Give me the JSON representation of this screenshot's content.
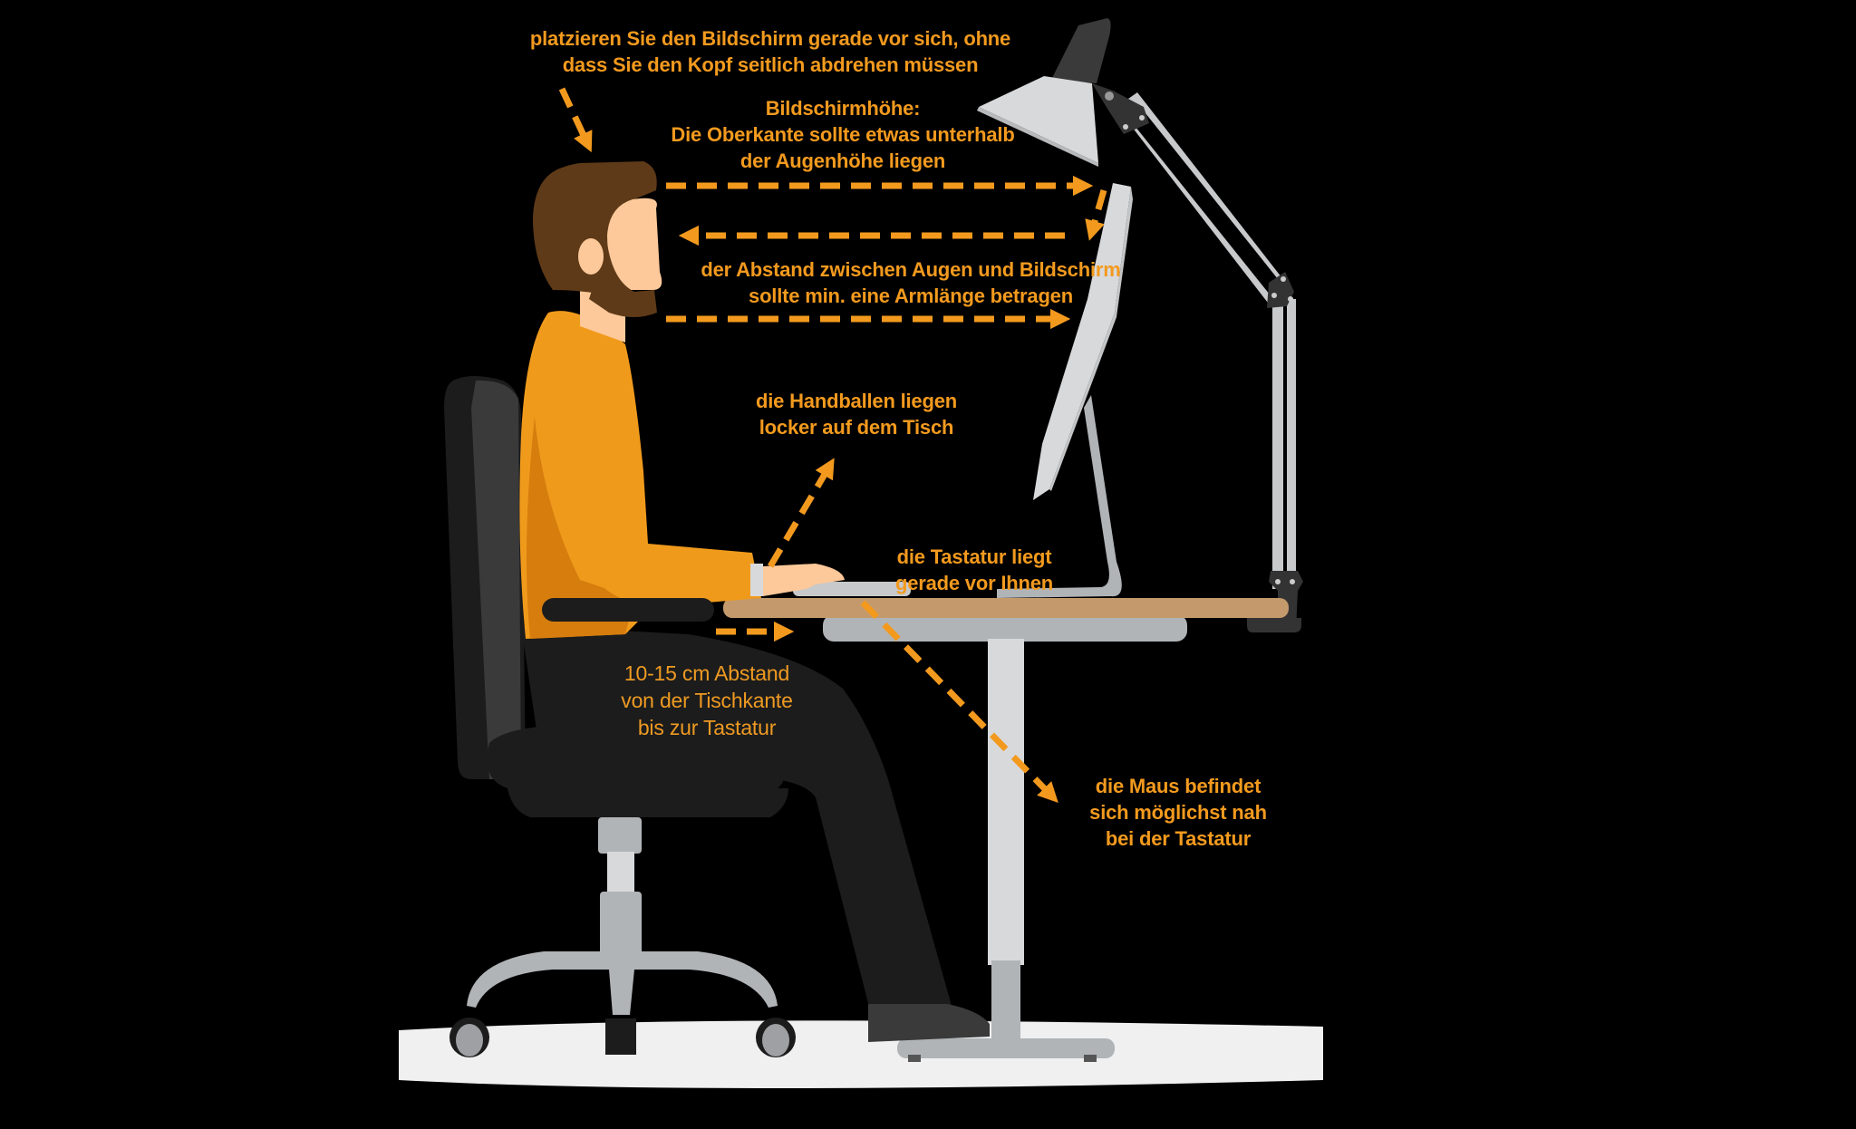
{
  "diagram": {
    "title": "",
    "type": "ergonomic-workstation-illustration",
    "colors": {
      "background": "#000000",
      "annotation_text": "#F39A1E",
      "arrows": "#F39A1E",
      "shirt": "#F09A1C",
      "shirt_shadow": "#D67D0E",
      "hair_beard": "#5E3A18",
      "skin": "#FDC99A",
      "chair": "#1C1C1C",
      "chair_highlight": "#3A3A3A",
      "metal": "#B1B4B7",
      "metal_light": "#D8D9DB",
      "desk_top": "#C49A6C",
      "lamp_shade_dark": "#3A3A3A",
      "lamp_shade_light": "#D8D9DB",
      "floor": "#F0F0F0"
    },
    "annotations": [
      {
        "id": "screen-position",
        "text": "platzieren Sie den Bildschirm gerade vor sich, ohne\ndass Sie den Kopf seitlich abdrehen müssen"
      },
      {
        "id": "screen-height",
        "text": "Bildschirmhöhe:\nDie Oberkante sollte etwas unterhalb\nder Augenhöhe liegen"
      },
      {
        "id": "eye-distance",
        "text": "der Abstand zwischen Augen und Bildschirm\nsollte min. eine Armlänge betragen"
      },
      {
        "id": "hand-heels",
        "text": "die Handballen liegen\nlocker auf dem Tisch"
      },
      {
        "id": "keyboard-position",
        "text": "die Tastatur liegt\ngerade vor Ihnen"
      },
      {
        "id": "keyboard-distance",
        "text": "10-15 cm Abstand\nvon der Tischkante\nbis zur Tastatur"
      },
      {
        "id": "mouse-position",
        "text": "die Maus befindet\nsich möglichst nah\nbei der Tastatur"
      }
    ],
    "objects": [
      "person",
      "office-chair",
      "desk",
      "monitor",
      "keyboard",
      "desk-lamp",
      "floor"
    ]
  }
}
